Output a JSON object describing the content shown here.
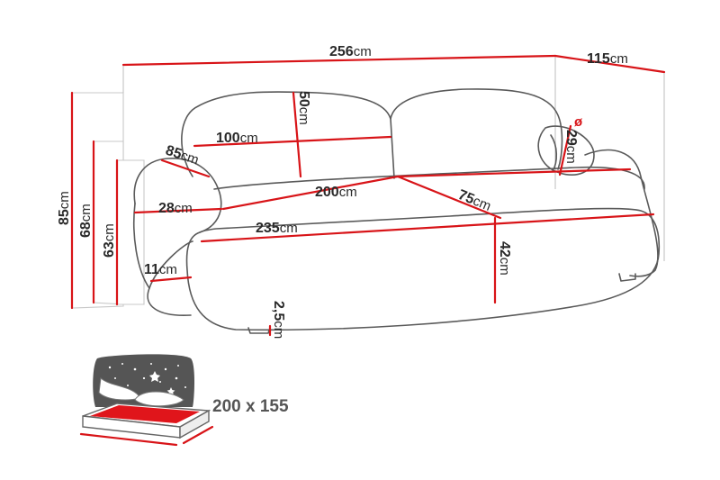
{
  "unit": "cm",
  "accent_color": "#d81418",
  "dimensions": {
    "total_width": {
      "value": "256",
      "unit": "cm"
    },
    "total_depth": {
      "value": "115",
      "unit": "cm"
    },
    "back_height": {
      "value": "50",
      "unit": "cm"
    },
    "back_width": {
      "value": "100",
      "unit": "cm"
    },
    "arm_depth": {
      "value": "85",
      "unit": "cm"
    },
    "pillow_diameter_symbol": "ø",
    "pillow_diameter": {
      "value": "29",
      "unit": "cm"
    },
    "seat_width": {
      "value": "200",
      "unit": "cm"
    },
    "arm_width": {
      "value": "28",
      "unit": "cm"
    },
    "seat_depth": {
      "value": "75",
      "unit": "cm"
    },
    "front_width": {
      "value": "235",
      "unit": "cm"
    },
    "seat_height": {
      "value": "42",
      "unit": "cm"
    },
    "base_height": {
      "value": "11",
      "unit": "cm"
    },
    "leg_height": {
      "value": "2,5",
      "unit": "cm"
    },
    "overall_height": {
      "value": "85",
      "unit": "cm"
    },
    "back_top_height": {
      "value": "68",
      "unit": "cm"
    },
    "arm_height": {
      "value": "63",
      "unit": "cm"
    }
  },
  "sleeping_area": {
    "label": "200 x 155",
    "icon": "bed-night-stars-icon"
  }
}
